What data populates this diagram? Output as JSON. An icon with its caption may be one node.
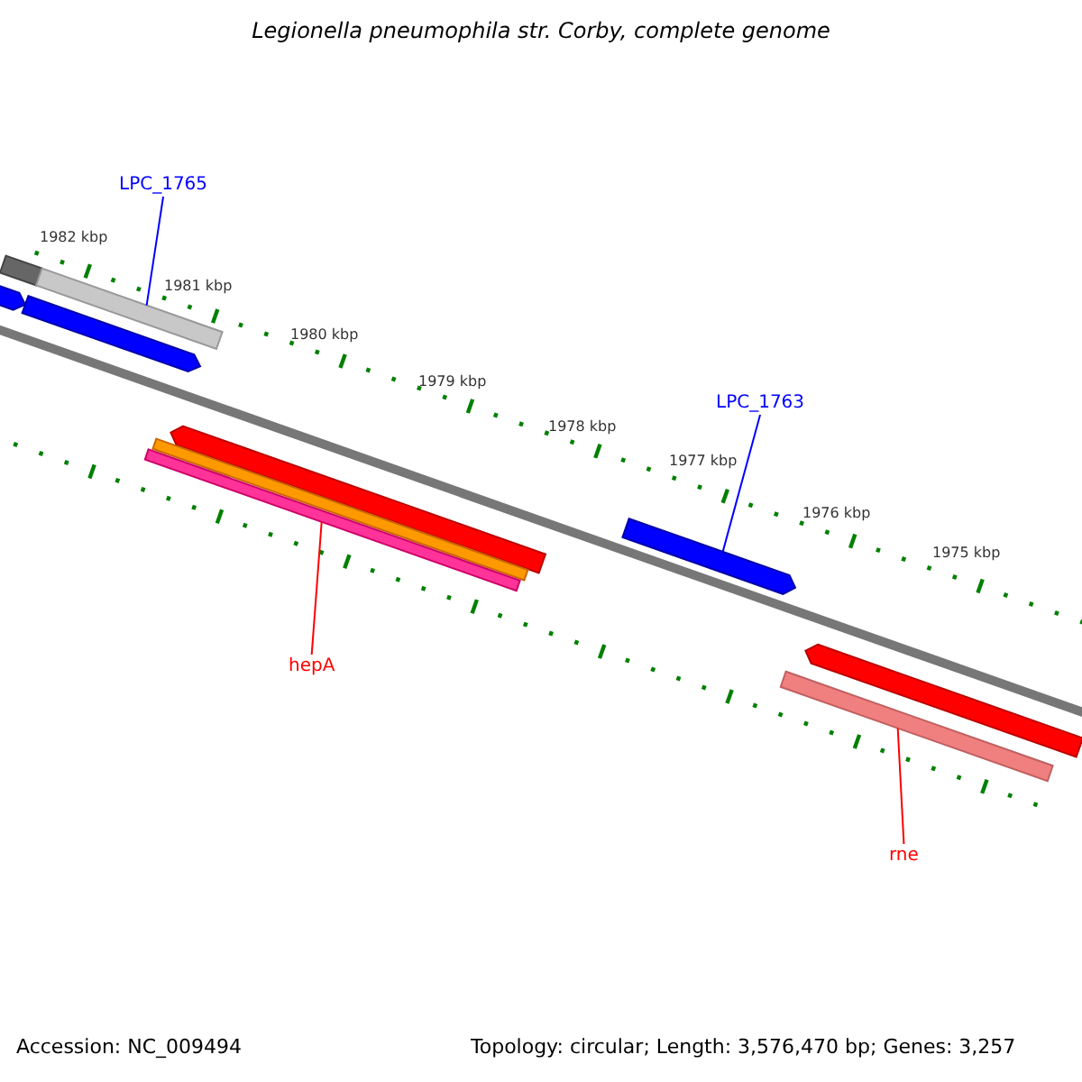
{
  "diagram": {
    "title": "Legionella pneumophila str. Corby, complete genome",
    "nodes": [
      {
        "text": [
          "LPC_1765"
        ]
      },
      {
        "text": [],
        "shape": "bar"
      },
      {
        "text": [
          "LPC_1763"
        ]
      },
      {
        "text": [],
        "shape": "bar"
      },
      {
        "text": [
          "hepA"
        ]
      },
      {
        "text": [],
        "shape": "bar"
      },
      {
        "text": [
          "rne"
        ]
      },
      {
        "text": [],
        "shape": "bar"
      }
    ],
    "edges": [
      {
        "from": 0,
        "to": 1,
        "arrow": "none",
        "color": "#0000ff"
      },
      {
        "from": 2,
        "to": 3,
        "arrow": "none",
        "color": "#0000ff"
      },
      {
        "from": 4,
        "to": 5,
        "arrow": "none",
        "color": "#ff0000"
      },
      {
        "from": 6,
        "to": 7,
        "arrow": "none",
        "color": "#ff0000"
      }
    ],
    "labels": [
      "1982 kbp",
      "1981 kbp",
      "1980 kbp",
      "1979 kbp",
      "1978 kbp",
      "1977 kbp",
      "1976 kbp",
      "1975 kbp",
      "Accession: NC_009494",
      "Topology: circular; Length: 3,576,470 bp; Genes: 3,257"
    ]
  }
}
